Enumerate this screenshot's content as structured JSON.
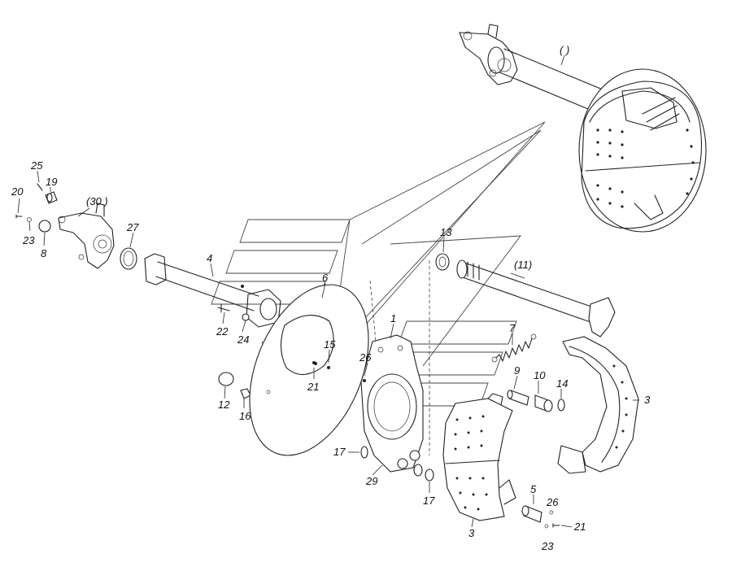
{
  "callouts": [
    {
      "id": "c-blank",
      "text": "( )"
    },
    {
      "id": "c25",
      "text": "25"
    },
    {
      "id": "c19",
      "text": "19"
    },
    {
      "id": "c20",
      "text": "20"
    },
    {
      "id": "c30",
      "text": "(30 )"
    },
    {
      "id": "c27",
      "text": "27"
    },
    {
      "id": "c23a",
      "text": "23"
    },
    {
      "id": "c8",
      "text": "8"
    },
    {
      "id": "c4",
      "text": "4"
    },
    {
      "id": "c13",
      "text": "13"
    },
    {
      "id": "c11",
      "text": "(11)"
    },
    {
      "id": "c6",
      "text": "6"
    },
    {
      "id": "c1",
      "text": "1"
    },
    {
      "id": "c7",
      "text": "7"
    },
    {
      "id": "c22",
      "text": "22"
    },
    {
      "id": "c24",
      "text": "24"
    },
    {
      "id": "c15",
      "text": "15"
    },
    {
      "id": "c26a",
      "text": "26"
    },
    {
      "id": "c21a",
      "text": "21"
    },
    {
      "id": "c9",
      "text": "9"
    },
    {
      "id": "c10",
      "text": "10"
    },
    {
      "id": "c14",
      "text": "14"
    },
    {
      "id": "c3a",
      "text": "3"
    },
    {
      "id": "c12",
      "text": "12"
    },
    {
      "id": "c16",
      "text": "16"
    },
    {
      "id": "c17a",
      "text": "17"
    },
    {
      "id": "c29",
      "text": "29"
    },
    {
      "id": "c17b",
      "text": "17"
    },
    {
      "id": "c5",
      "text": "5"
    },
    {
      "id": "c26b",
      "text": "26"
    },
    {
      "id": "c21b",
      "text": "21"
    },
    {
      "id": "c3b",
      "text": "3"
    },
    {
      "id": "c23b",
      "text": "23"
    }
  ]
}
